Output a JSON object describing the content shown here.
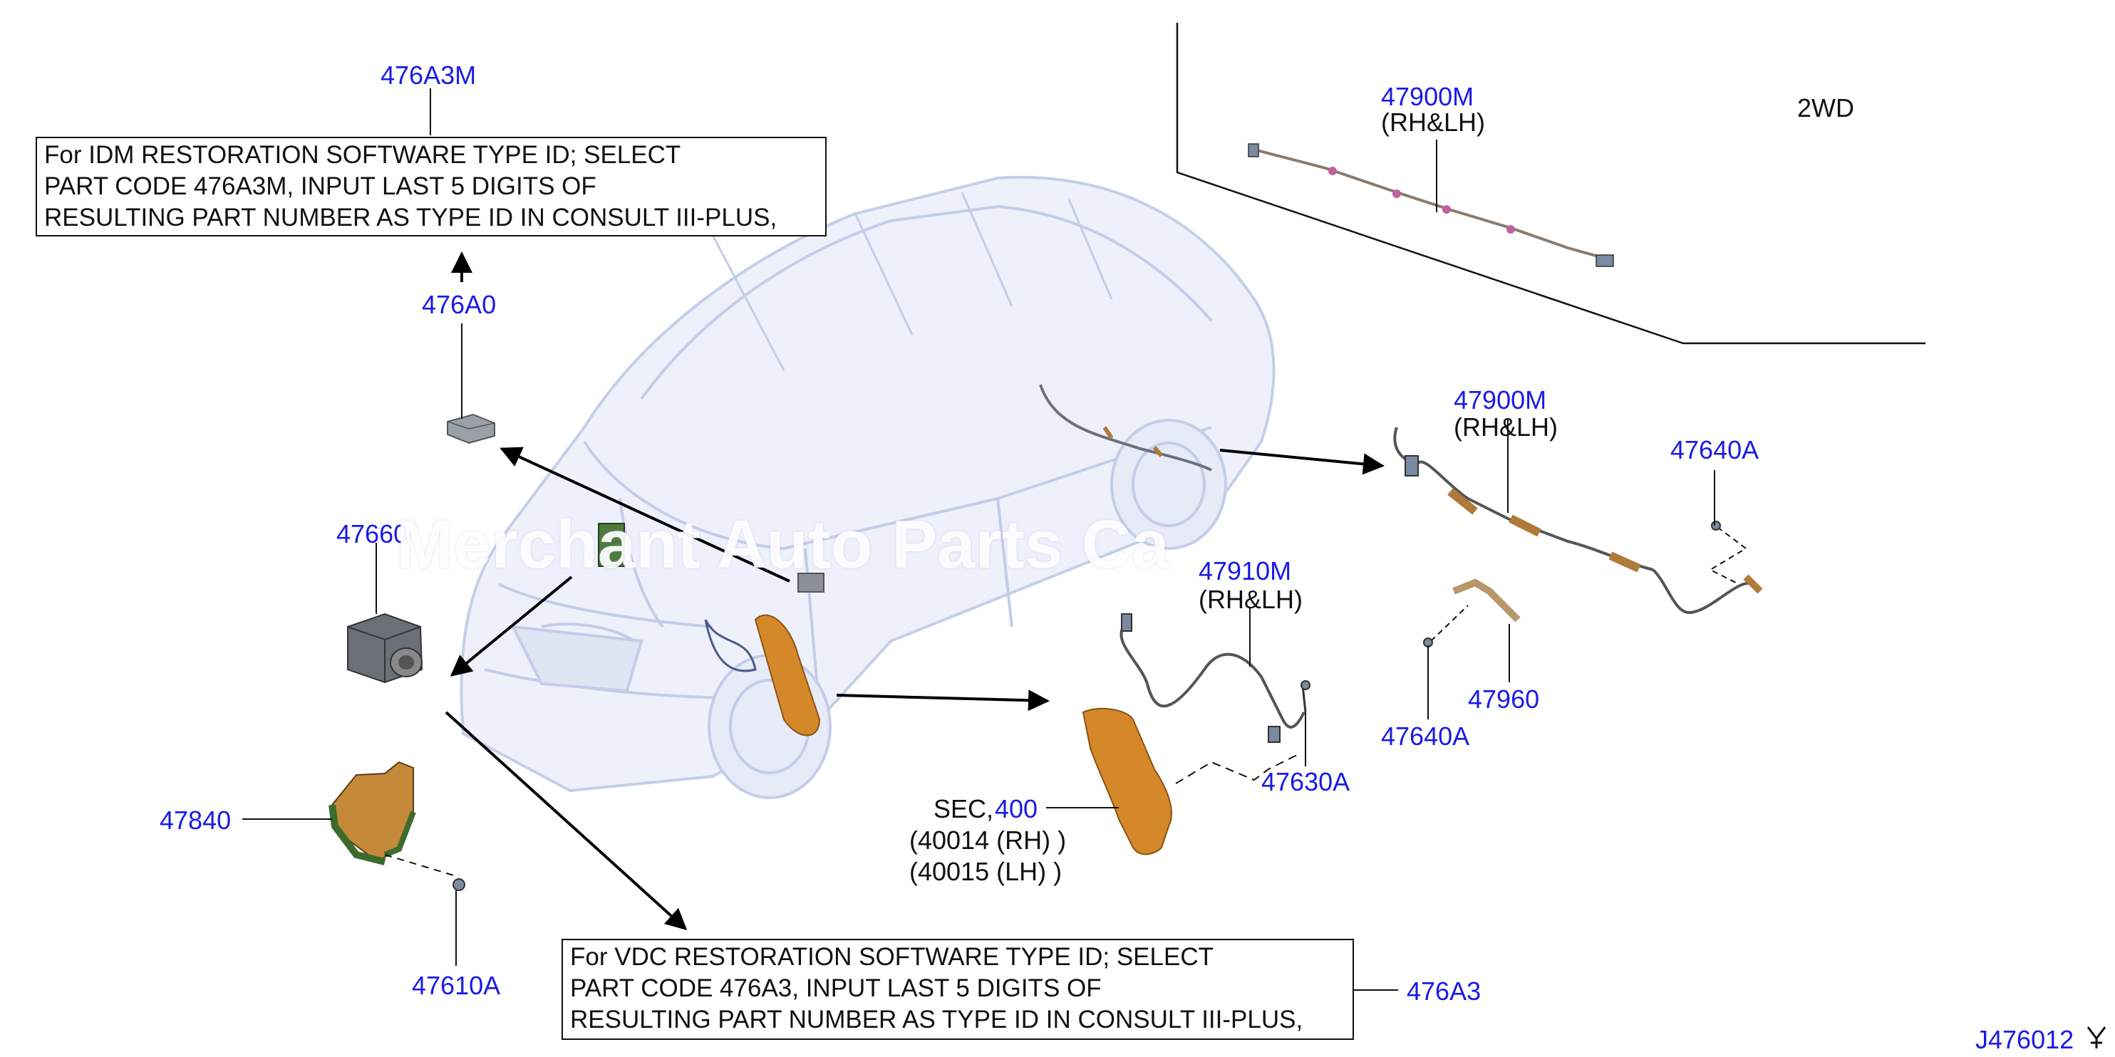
{
  "labels": {
    "p476A3M": "476A3M",
    "p476A0": "476A0",
    "p47660": "47660",
    "p47840": "47840",
    "p47610A": "47610A",
    "p476A3": "476A3",
    "p47900M_2wd": "47900M",
    "rhlh_2wd": "(RH&LH)",
    "wd2": "2WD",
    "p47900M_rear": "47900M",
    "rhlh_rear": "(RH&LH)",
    "p47640A_top": "47640A",
    "p47640A_bottom": "47640A",
    "p47960": "47960",
    "p47910M": "47910M",
    "rhlh_front": "(RH&LH)",
    "p47630A": "47630A",
    "sec_prefix": "SEC,",
    "sec_num": "400",
    "sec_rh": "(40014 (RH) )",
    "sec_lh": "(40015 (LH) )",
    "diagram_code": "J476012"
  },
  "notes": {
    "idm": [
      "For IDM RESTORATION SOFTWARE TYPE ID; SELECT",
      "PART CODE 476A3M, INPUT LAST 5 DIGITS OF",
      "RESULTING PART NUMBER AS TYPE ID IN CONSULT III-PLUS,"
    ],
    "vdc": [
      "For VDC RESTORATION SOFTWARE TYPE ID; SELECT",
      "PART CODE 476A3, INPUT LAST 5 DIGITS OF",
      "RESULTING PART NUMBER AS TYPE ID IN CONSULT III-PLUS,"
    ]
  },
  "watermark": "Merchant Auto Parts Ca",
  "colors": {
    "part_number": "#1a1ae6",
    "text": "#111111",
    "car_body": "#c9d3ee",
    "knuckle": "#d4882a",
    "bracket": "#3d6b2e"
  },
  "icons": {
    "corner_mark": "drive-symbol-icon"
  }
}
